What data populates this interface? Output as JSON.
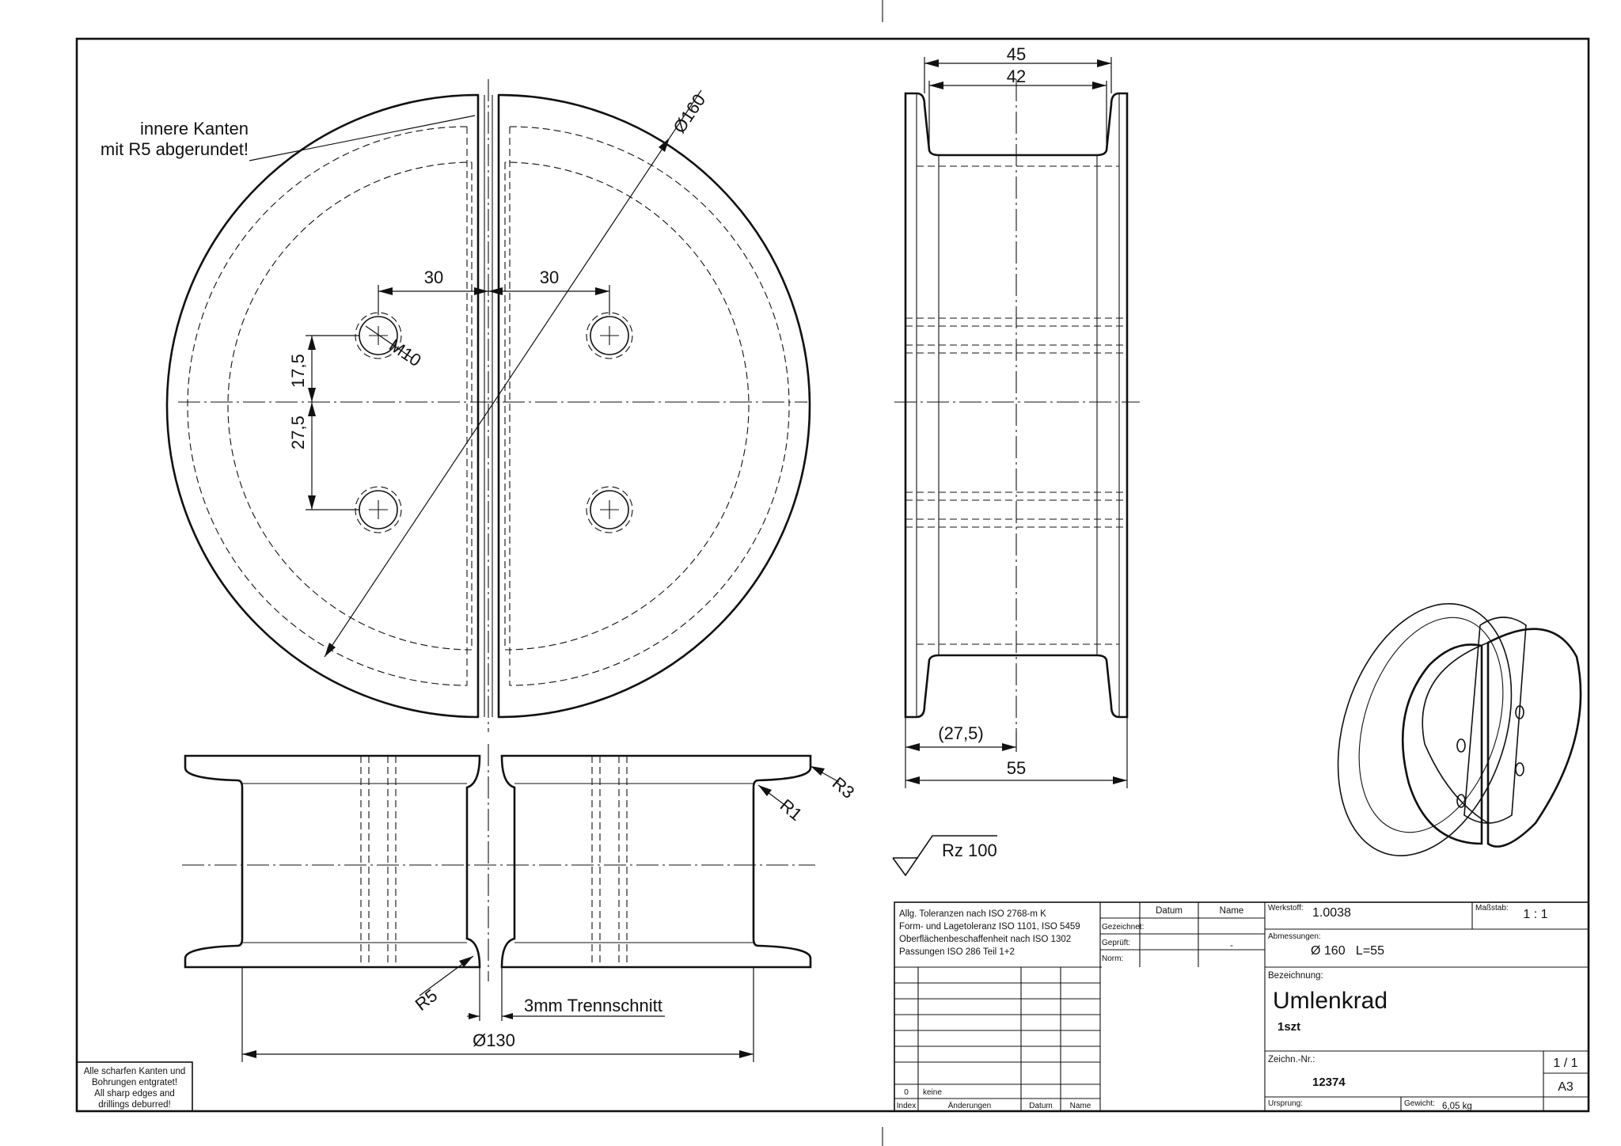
{
  "annotations": {
    "inner_edges_line1": "innere Kanten",
    "inner_edges_line2": "mit R5 abgerundet!",
    "dia_160": "Ø160",
    "dim_30_left": "30",
    "dim_30_right": "30",
    "thread_m10": "M10",
    "dim_17_5": "17,5",
    "dim_27_5": "27,5",
    "dim_45": "45",
    "dim_42": "42",
    "dim_27_5_ref": "(27,5)",
    "dim_55": "55",
    "radius_r3": "R3",
    "radius_r1": "R1",
    "radius_r5": "R5",
    "cut_note": "3mm Trennschnitt",
    "dia_130": "Ø130",
    "surface_finish": "Rz 100"
  },
  "deburr_note": [
    "Alle scharfen Kanten und",
    "Bohrungen entgratet!",
    "All sharp edges and",
    "drillings deburred!"
  ],
  "title_block": {
    "tolerances": [
      "Allg. Toleranzen nach ISO 2768-m K",
      "Form- und Lagetoleranz ISO 1101, ISO 5459",
      "Oberflächenbeschaffenheit nach ISO 1302",
      "Passungen ISO 286 Teil 1+2"
    ],
    "col_datum": "Datum",
    "col_name": "Name",
    "row_gezeichnet": "Gezeichnet:",
    "row_geprueft": "Geprüft:",
    "row_norm": "Norm:",
    "geprueft_name": "-",
    "werkstoff_label": "Werkstoff:",
    "werkstoff_value": "1.0038",
    "massstab_label": "Maßstab:",
    "massstab_value": "1 : 1",
    "abmessungen_label": "Abmessungen:",
    "abmessungen_value": "Ø 160   L=55",
    "bezeichnung_label": "Bezeichnung:",
    "bezeichnung_value": "Umlenkrad",
    "quantity": "1szt",
    "zeichn_label": "Zeichn.-Nr.:",
    "zeichn_value": "12374",
    "sheet": "1 / 1",
    "format": "A3",
    "ursprung_label": "Ursprung:",
    "gewicht_label": "Gewicht:",
    "gewicht_value": "6,05 kg",
    "revision_index": "0",
    "revision_text": "keine",
    "rev_col_index": "Index",
    "rev_col_changes": "Änderungen",
    "rev_col_datum": "Datum",
    "rev_col_name": "Name"
  }
}
